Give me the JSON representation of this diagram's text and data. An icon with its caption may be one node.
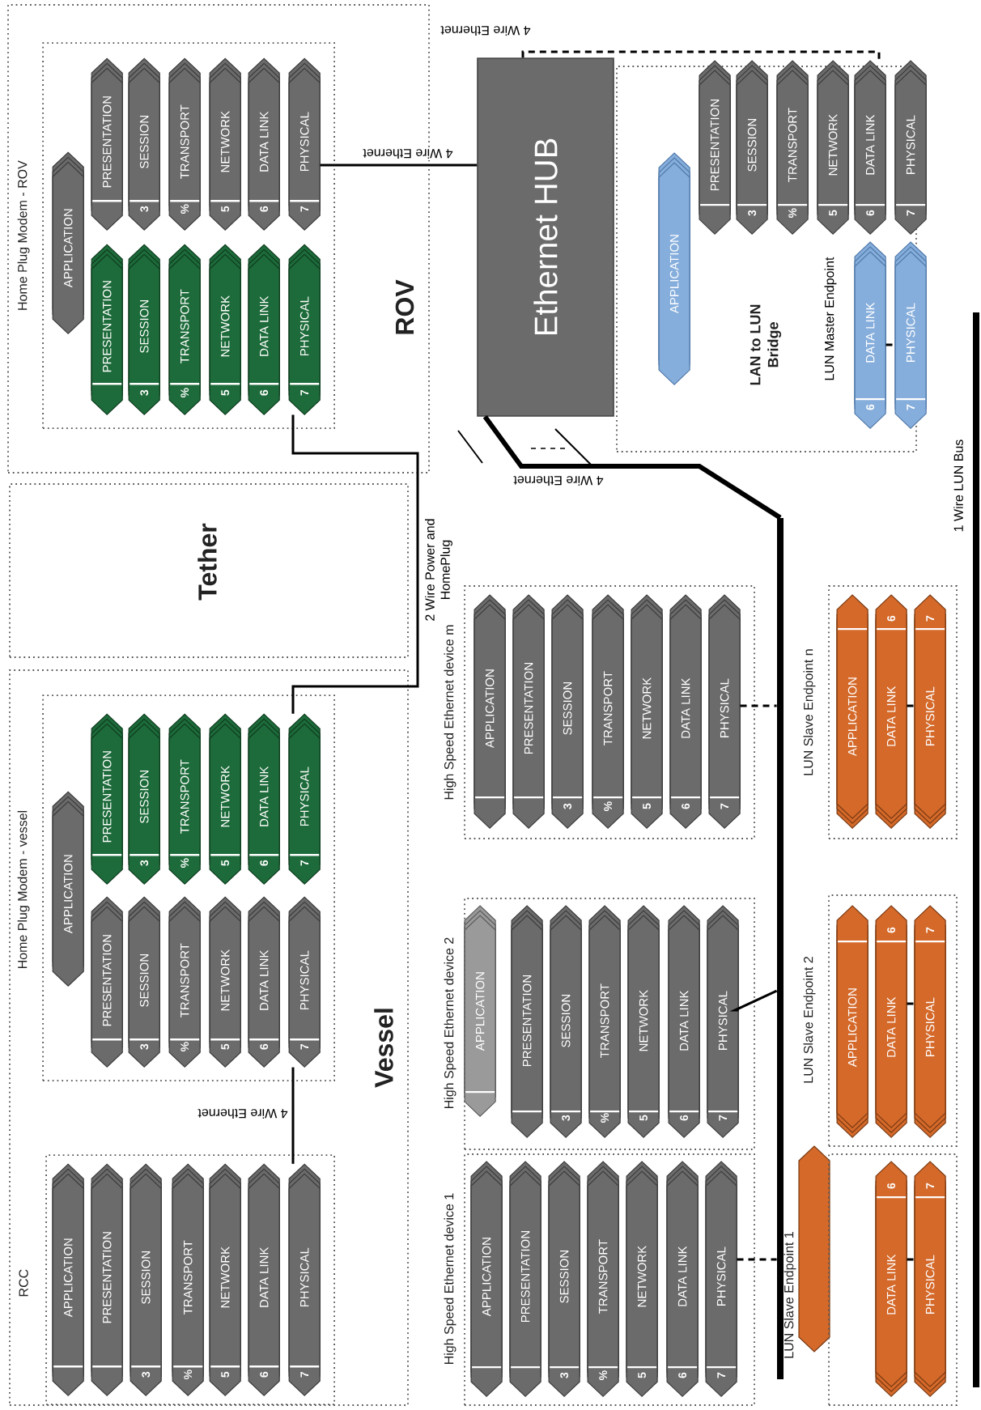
{
  "diagram": {
    "nodes": [
      {
        "text": [
          "ROV"
        ]
      },
      {
        "text": [
          "Home Plug Modem - ROV"
        ],
        "in": 0
      },
      {
        "text": [
          "APPLICATION"
        ],
        "in": 1
      },
      {
        "text": [
          "PRESENTATION"
        ],
        "in": 1
      },
      {
        "text": [
          "SESSION",
          "3"
        ],
        "in": 1
      },
      {
        "text": [
          "TRANSPORT",
          "%"
        ],
        "in": 1
      },
      {
        "text": [
          "NETWORK",
          "5"
        ],
        "in": 1
      },
      {
        "text": [
          "DATA LINK",
          "6"
        ],
        "in": 1
      },
      {
        "text": [
          "PHYSICAL",
          "7"
        ],
        "in": 1
      },
      {
        "text": [
          "PRESENTATION"
        ],
        "in": 1
      },
      {
        "text": [
          "SESSION",
          "3"
        ],
        "in": 1
      },
      {
        "text": [
          "TRANSPORT",
          "%"
        ],
        "in": 1
      },
      {
        "text": [
          "NETWORK",
          "5"
        ],
        "in": 1
      },
      {
        "text": [
          "DATA LINK",
          "6"
        ],
        "in": 1
      },
      {
        "text": [
          "PHYSICAL",
          "7"
        ],
        "in": 1
      },
      {
        "text": [
          "Ethernet HUB"
        ]
      },
      {
        "text": [
          "LAN to LUN Bridge"
        ]
      },
      {
        "text": [
          "APPLICATION"
        ],
        "in": 16
      },
      {
        "text": [
          "PRESENTATION"
        ],
        "in": 16
      },
      {
        "text": [
          "SESSION",
          "3"
        ],
        "in": 16
      },
      {
        "text": [
          "TRANSPORT",
          "%"
        ],
        "in": 16
      },
      {
        "text": [
          "NETWORK",
          "5"
        ],
        "in": 16
      },
      {
        "text": [
          "DATA LINK",
          "6"
        ],
        "in": 16
      },
      {
        "text": [
          "PHYSICAL",
          "7"
        ],
        "in": 16
      },
      {
        "text": [
          "DATA LINK",
          "6"
        ],
        "in": 16
      },
      {
        "text": [
          "PHYSICAL",
          "7"
        ],
        "in": 16
      },
      {
        "text": [],
        "shape": "bar",
        "beside": [
          "1 Wire LUN Bus"
        ]
      },
      {
        "text": [],
        "shape": "bar"
      },
      {
        "text": [
          "Tether"
        ]
      },
      {
        "text": [
          "Vessel"
        ]
      },
      {
        "text": [
          "Home Plug Modem - vessel"
        ],
        "in": 29
      },
      {
        "text": [
          "APPLICATION"
        ],
        "in": 30
      },
      {
        "text": [
          "PRESENTATION"
        ],
        "in": 30
      },
      {
        "text": [
          "SESSION",
          "3"
        ],
        "in": 30
      },
      {
        "text": [
          "TRANSPORT",
          "%"
        ],
        "in": 30
      },
      {
        "text": [
          "NETWORK",
          "5"
        ],
        "in": 30
      },
      {
        "text": [
          "DATA LINK",
          "6"
        ],
        "in": 30
      },
      {
        "text": [
          "PHYSICAL",
          "7"
        ],
        "in": 30
      },
      {
        "text": [
          "PRESENTATION"
        ],
        "in": 30
      },
      {
        "text": [
          "SESSION",
          "3"
        ],
        "in": 30
      },
      {
        "text": [
          "TRANSPORT",
          "%"
        ],
        "in": 30
      },
      {
        "text": [
          "NETWORK",
          "5"
        ],
        "in": 30
      },
      {
        "text": [
          "DATA LINK",
          "6"
        ],
        "in": 30
      },
      {
        "text": [
          "PHYSICAL",
          "7"
        ],
        "in": 30
      },
      {
        "text": [
          "RCC"
        ],
        "in": 29
      },
      {
        "text": [
          "APPLICATION"
        ],
        "in": 44
      },
      {
        "text": [
          "PRESENTATION"
        ],
        "in": 44
      },
      {
        "text": [
          "SESSION",
          "3"
        ],
        "in": 44
      },
      {
        "text": [
          "TRANSPORT",
          "%"
        ],
        "in": 44
      },
      {
        "text": [
          "NETWORK",
          "5"
        ],
        "in": 44
      },
      {
        "text": [
          "DATA LINK",
          "6"
        ],
        "in": 44
      },
      {
        "text": [
          "PHYSICAL",
          "7"
        ],
        "in": 44
      },
      {
        "text": [
          "High Speed Ethernet device m"
        ]
      },
      {
        "text": [
          "APPLICATION"
        ],
        "in": 52
      },
      {
        "text": [
          "PRESENTATION"
        ],
        "in": 52
      },
      {
        "text": [
          "SESSION",
          "3"
        ],
        "in": 52
      },
      {
        "text": [
          "TRANSPORT",
          "%"
        ],
        "in": 52
      },
      {
        "text": [
          "NETWORK",
          "5"
        ],
        "in": 52
      },
      {
        "text": [
          "DATA LINK",
          "6"
        ],
        "in": 52
      },
      {
        "text": [
          "PHYSICAL",
          "7"
        ],
        "in": 52
      },
      {
        "text": [
          "High Speed Ethernet device 2"
        ]
      },
      {
        "text": [
          "APPLICATION"
        ],
        "in": 60
      },
      {
        "text": [
          "PRESENTATION"
        ],
        "in": 60
      },
      {
        "text": [
          "SESSION",
          "3"
        ],
        "in": 60
      },
      {
        "text": [
          "TRANSPORT",
          "%"
        ],
        "in": 60
      },
      {
        "text": [
          "NETWORK",
          "5"
        ],
        "in": 60
      },
      {
        "text": [
          "DATA LINK",
          "6"
        ],
        "in": 60
      },
      {
        "text": [
          "PHYSICAL",
          "7"
        ],
        "in": 60
      },
      {
        "text": [
          "High Speed Ethernet device 1"
        ]
      },
      {
        "text": [
          "APPLICATION"
        ],
        "in": 68
      },
      {
        "text": [
          "PRESENTATION"
        ],
        "in": 68
      },
      {
        "text": [
          "SESSION",
          "3"
        ],
        "in": 68
      },
      {
        "text": [
          "TRANSPORT",
          "%"
        ],
        "in": 68
      },
      {
        "text": [
          "NETWORK",
          "5"
        ],
        "in": 68
      },
      {
        "text": [
          "DATA LINK",
          "6"
        ],
        "in": 68
      },
      {
        "text": [
          "PHYSICAL",
          "7"
        ],
        "in": 68
      },
      {
        "text": [
          "LUN Slave Endpoint n"
        ]
      },
      {
        "text": [
          "APPLICATION"
        ],
        "in": 76
      },
      {
        "text": [
          "DATA LINK",
          "6"
        ],
        "in": 76
      },
      {
        "text": [
          "PHYSICAL",
          "7"
        ],
        "in": 76
      },
      {
        "text": [
          "LUN Slave Endpoint 2"
        ]
      },
      {
        "text": [
          "APPLICATION"
        ],
        "in": 80
      },
      {
        "text": [
          "DATA LINK",
          "6"
        ],
        "in": 80
      },
      {
        "text": [
          "PHYSICAL",
          "7"
        ],
        "in": 80
      },
      {
        "text": [],
        "shape": "chevron"
      },
      {
        "text": [
          "LUN Slave Endpoint 1"
        ]
      },
      {
        "text": [
          "DATA LINK",
          "6"
        ],
        "in": 85
      },
      {
        "text": [
          "PHYSICAL",
          "7"
        ],
        "in": 85
      }
    ],
    "edges": [
      {
        "from": 8,
        "to": 15,
        "arrow": "none",
        "label": "4 Wire Ethernet"
      },
      {
        "from": 15,
        "to": 22,
        "arrow": "none",
        "label": "4 Wire Ethernet",
        "style": "dashed"
      },
      {
        "from": 15,
        "to": 27,
        "arrow": "none",
        "label": "4 Wire Ethernet",
        "style": "thick"
      },
      {
        "from": 14,
        "to": 37,
        "arrow": "none",
        "label": "2 Wire Power and HomePlug"
      },
      {
        "from": 43,
        "to": 51,
        "arrow": "none",
        "label": "4 Wire Ethernet"
      },
      {
        "from": 59,
        "to": 27,
        "arrow": "none",
        "style": "dashed"
      },
      {
        "from": 67,
        "to": 27,
        "arrow": "none"
      },
      {
        "from": 75,
        "to": 27,
        "arrow": "none",
        "style": "dashed"
      },
      {
        "from": 24,
        "to": 25,
        "arrow": "none",
        "style": "dashed"
      },
      {
        "from": 78,
        "to": 79,
        "arrow": "none",
        "style": "dashed"
      },
      {
        "from": 82,
        "to": 83,
        "arrow": "none",
        "style": "dashed"
      },
      {
        "from": 86,
        "to": 87,
        "arrow": "none",
        "style": "dashed"
      }
    ],
    "labels": [
      "LUN Master Endpoint"
    ]
  }
}
